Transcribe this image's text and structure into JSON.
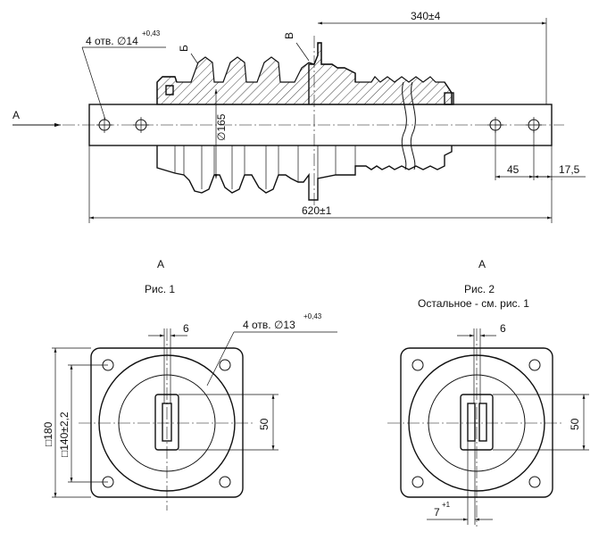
{
  "view_marker": "A",
  "top_view": {
    "holes_label": "4 отв.",
    "holes_dia": "∅14",
    "holes_tol": "+0,43",
    "section_b": "Б",
    "section_v": "В",
    "dim_340": "340±4",
    "dim_165": "∅165",
    "dim_45": "45",
    "dim_17_5": "17,5",
    "dim_620": "620±1"
  },
  "fig1": {
    "view_label": "A",
    "caption": "Рис. 1",
    "holes_label": "4 отв.",
    "holes_dia": "∅13",
    "holes_tol": "+0,43",
    "dim_6": "6",
    "dim_180": "□180",
    "dim_140": "□140±2,2",
    "dim_50": "50"
  },
  "fig2": {
    "view_label": "A",
    "caption": "Рис. 2",
    "note": "Остальное - см. рис. 1",
    "dim_6": "6",
    "dim_50": "50",
    "dim_7": "7",
    "dim_7_tol": "+1"
  }
}
